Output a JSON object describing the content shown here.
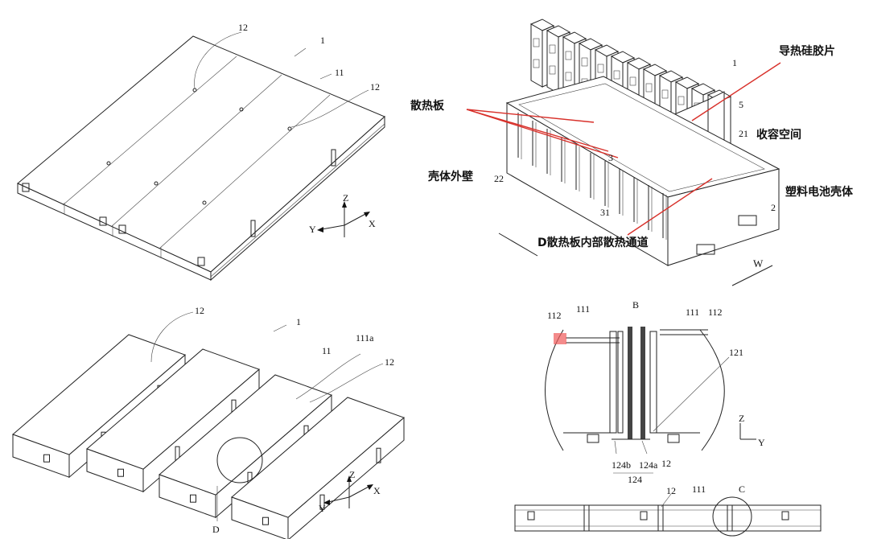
{
  "panel_top_left": {
    "label_1": "1",
    "label_11": "11",
    "label_12a": "12",
    "label_12b": "12",
    "axis_z": "Z",
    "axis_y": "Y",
    "axis_x": "X"
  },
  "panel_top_right": {
    "label_1": "1",
    "label_5": "5",
    "label_21": "21",
    "label_22": "22",
    "label_3": "3",
    "label_31": "31",
    "label_2": "2",
    "cn_heat_silicone": "导热硅胶片",
    "cn_heat_plate": "散热板",
    "cn_space": "收容空间",
    "cn_outer_wall": "壳体外壁",
    "cn_plastic_shell": "塑料电池壳体",
    "cn_channel": "D散热板内部散热通道",
    "dir_w": "W"
  },
  "panel_bottom_left": {
    "label_12": "12",
    "label_1": "1",
    "label_11": "11",
    "label_111a": "111a",
    "label_12b": "12",
    "label_d": "D",
    "axis_z": "Z",
    "axis_y": "Y",
    "axis_x": "X"
  },
  "panel_bottom_right": {
    "label_b": "B",
    "label_112a": "112",
    "label_111a": "111",
    "label_111b": "111",
    "label_112b": "112",
    "label_121": "121",
    "label_124b": "124b",
    "label_124a": "124a",
    "label_12": "12",
    "label_124": "124",
    "axis_z": "Z",
    "axis_y": "Y",
    "label_12_bottom": "12",
    "label_111_bottom": "111",
    "label_c": "C"
  }
}
